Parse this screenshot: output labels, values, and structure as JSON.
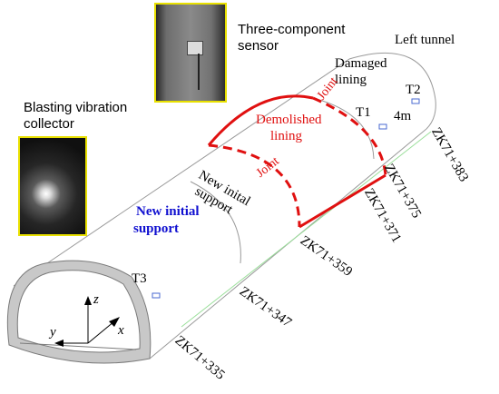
{
  "labels": {
    "sensor_line1": "Three-component",
    "sensor_line2": "sensor",
    "collector_line1": "Blasting vibration",
    "collector_line2": "collector",
    "left_tunnel": "Left tunnel",
    "damaged_line1": "Damaged",
    "damaged_line2": "lining",
    "joint_upper": "Joint",
    "joint_lower": "Joint",
    "demolished_line1": "Demolished",
    "demolished_line2": "lining",
    "new_inital_line1": "New inital",
    "new_inital_line2": "support",
    "new_initial_line1": "New initial",
    "new_initial_line2": "support",
    "t1": "T1",
    "t2": "T2",
    "t3": "T3",
    "distance": "4m",
    "axis_z": "z",
    "axis_x": "x",
    "axis_y": "y"
  },
  "stations": [
    "ZK71+383",
    "ZK71+375",
    "ZK71+371",
    "ZK71+359",
    "ZK71+347",
    "ZK71+335"
  ],
  "colors": {
    "red": "#e01010",
    "blue": "#1010d0",
    "photo_border": "#e8e000",
    "lining_gray": "#c8c8c8",
    "guide_green": "#9adf9a"
  }
}
